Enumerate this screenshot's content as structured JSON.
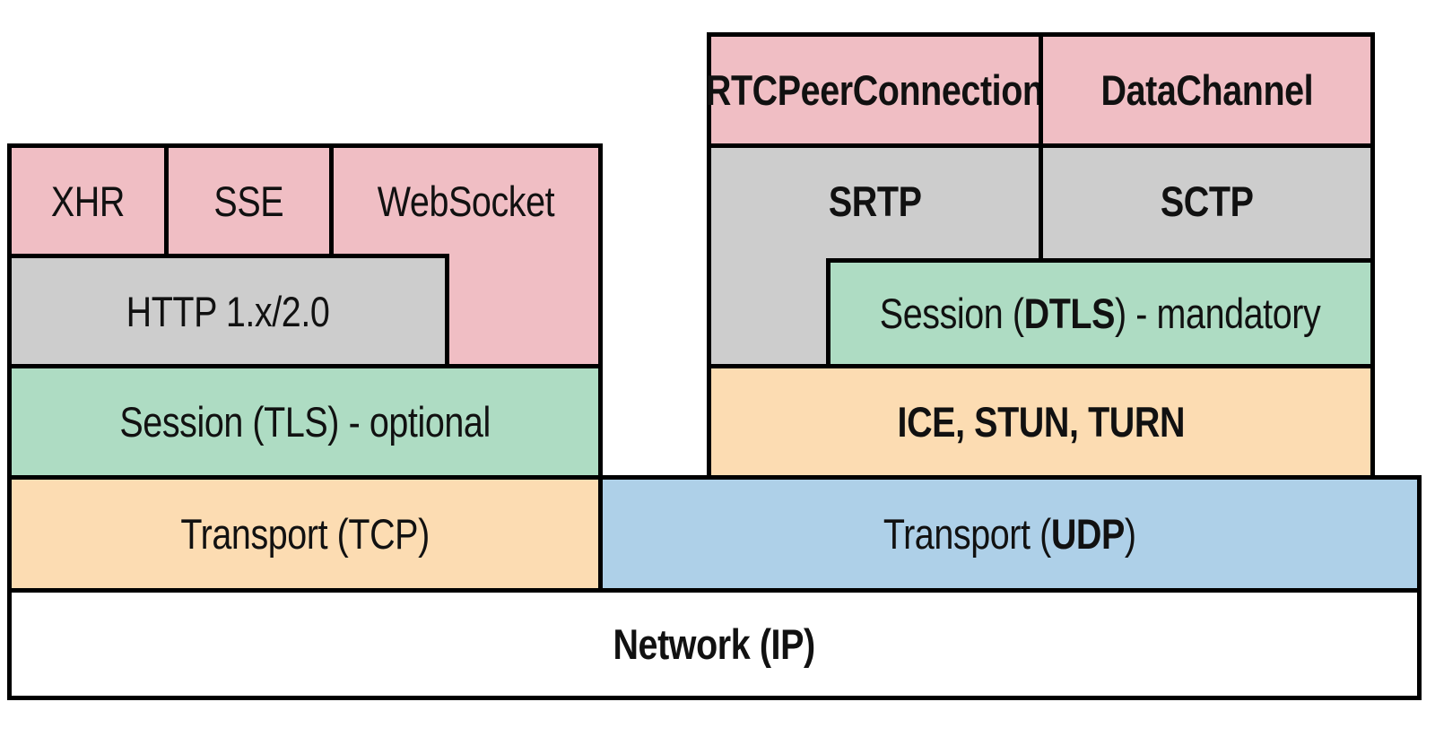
{
  "colors": {
    "pink": "#f0bec4",
    "gray": "#cdcdcd",
    "green": "#aedcc3",
    "orange": "#fcdcb2",
    "blue": "#aed0e8",
    "white": "#ffffff",
    "border": "#000000",
    "text": "#111111"
  },
  "left_stack": {
    "xhr": "XHR",
    "sse": "SSE",
    "websocket": "WebSocket",
    "http": "HTTP 1.x/2.0",
    "tls": "Session (TLS) - optional",
    "tcp": "Transport (TCP)"
  },
  "right_stack": {
    "rtcpeerconnection": "RTCPeerConnection",
    "datachannel": "DataChannel",
    "srtp": "SRTP",
    "sctp": "SCTP",
    "dtls_pre": "Session (",
    "dtls_bold": "DTLS",
    "dtls_post": ") - mandatory",
    "ice": "ICE, STUN, TURN"
  },
  "base_layers": {
    "udp_pre": "Transport (",
    "udp_bold": "UDP",
    "udp_post": ")",
    "network": "Network (IP)"
  }
}
